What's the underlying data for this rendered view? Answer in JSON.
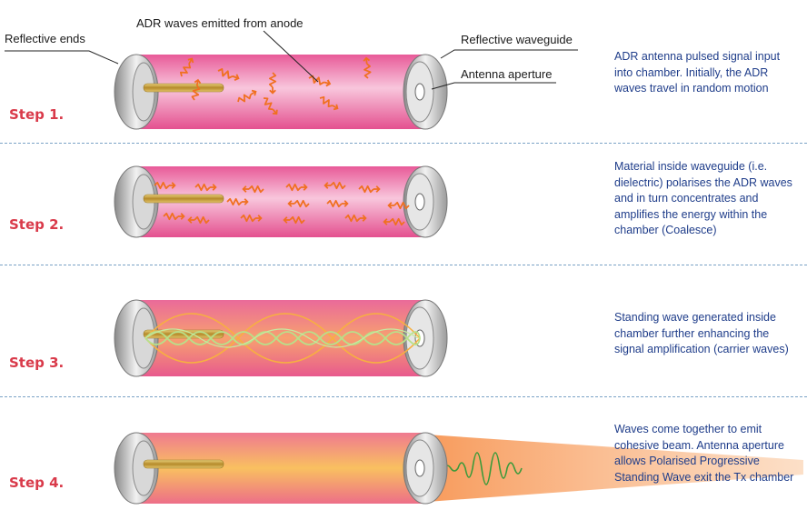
{
  "labels": {
    "reflective_ends": "Reflective ends",
    "adr_waves": "ADR waves emitted from anode",
    "reflective_waveguide": "Reflective waveguide",
    "antenna_aperture": "Antenna aperture"
  },
  "steps": [
    {
      "title": "Step 1.",
      "description": "ADR antenna pulsed signal input into chamber.  Initially, the ADR waves travel in random motion"
    },
    {
      "title": "Step 2.",
      "description": "Material inside waveguide (i.e. dielectric) polarises the ADR waves and in turn concentrates and amplifies the energy within the chamber (Coalesce)"
    },
    {
      "title": "Step 3.",
      "description": "Standing wave generated inside chamber further enhancing the signal amplification (carrier waves)"
    },
    {
      "title": "Step 4.",
      "description": "Waves come together to emit cohesive beam.  Antenna aperture allows Polarised Progressive Standing Wave exit the Tx chamber"
    }
  ],
  "colors": {
    "step_title": "#d93a4a",
    "description": "#1f3d8a",
    "separator": "#7aa2c6",
    "tube_pink": "#ec6aa0",
    "wave_orange": "#f07020"
  }
}
